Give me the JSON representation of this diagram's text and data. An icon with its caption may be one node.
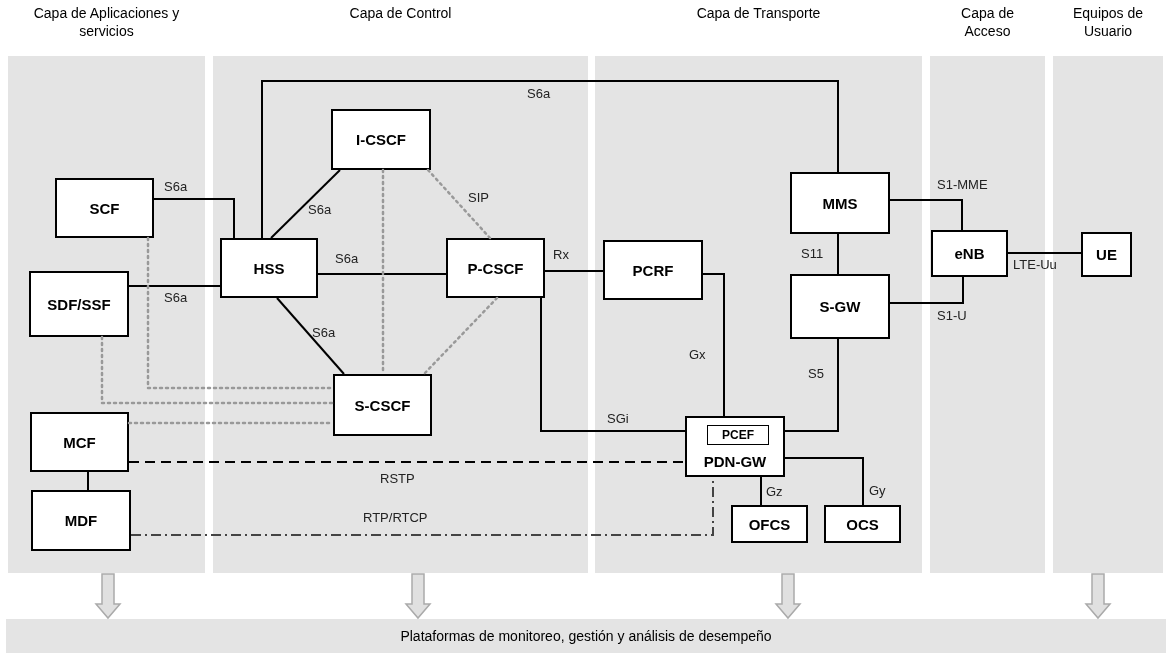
{
  "diagram": {
    "nodes": [
      {
        "text": [
          "Capa de Aplicaciones y servicios"
        ]
      },
      {
        "text": [
          "Capa de Control"
        ]
      },
      {
        "text": [
          "Capa de Transporte"
        ]
      },
      {
        "text": [
          "Capa de Acceso"
        ]
      },
      {
        "text": [
          "Equipos de Usuario"
        ]
      },
      {
        "text": [
          "SCF"
        ],
        "in": 0
      },
      {
        "text": [
          "SDF/SSF"
        ],
        "in": 0
      },
      {
        "text": [
          "MCF"
        ],
        "in": 0
      },
      {
        "text": [
          "MDF"
        ],
        "in": 0
      },
      {
        "text": [
          "I-CSCF"
        ],
        "in": 1
      },
      {
        "text": [
          "HSS"
        ],
        "in": 1
      },
      {
        "text": [
          "P-CSCF"
        ],
        "in": 1
      },
      {
        "text": [
          "S-CSCF"
        ],
        "in": 1
      },
      {
        "text": [
          "PCRF"
        ],
        "in": 2
      },
      {
        "text": [
          "MMS"
        ],
        "in": 2
      },
      {
        "text": [
          "S-GW"
        ],
        "in": 2
      },
      {
        "text": [
          "PDN-GW"
        ],
        "in": 2
      },
      {
        "text": [
          "PCEF"
        ],
        "in": 16
      },
      {
        "text": [
          "OFCS"
        ],
        "in": 2
      },
      {
        "text": [
          "OCS"
        ],
        "in": 2
      },
      {
        "text": [
          "eNB"
        ],
        "in": 3
      },
      {
        "text": [
          "UE"
        ],
        "in": 4
      },
      {
        "text": [
          "Plataformas de monitoreo, gestión y análisis de desempeño"
        ]
      }
    ],
    "edges": [
      {
        "from": 10,
        "to": 14,
        "arrow": "none",
        "label": "S6a"
      },
      {
        "from": 5,
        "to": 10,
        "arrow": "none",
        "label": "S6a"
      },
      {
        "from": 6,
        "to": 10,
        "arrow": "none",
        "label": "S6a"
      },
      {
        "from": 10,
        "to": 9,
        "arrow": "none",
        "label": "S6a"
      },
      {
        "from": 10,
        "to": 11,
        "arrow": "none",
        "label": "S6a"
      },
      {
        "from": 10,
        "to": 12,
        "arrow": "none",
        "label": "S6a"
      },
      {
        "from": 9,
        "to": 11,
        "arrow": "none",
        "label": "SIP",
        "style": "dashed",
        "color": "#999999"
      },
      {
        "from": 9,
        "to": 12,
        "arrow": "none",
        "style": "dashed",
        "color": "#999999"
      },
      {
        "from": 11,
        "to": 12,
        "arrow": "none",
        "style": "dashed",
        "color": "#999999"
      },
      {
        "from": 5,
        "to": 12,
        "arrow": "none",
        "style": "dashed",
        "color": "#999999"
      },
      {
        "from": 6,
        "to": 12,
        "arrow": "none",
        "style": "dashed",
        "color": "#999999"
      },
      {
        "from": 7,
        "to": 12,
        "arrow": "none",
        "style": "dashed",
        "color": "#999999"
      },
      {
        "from": 11,
        "to": 13,
        "arrow": "none",
        "label": "Rx"
      },
      {
        "from": 11,
        "to": 16,
        "arrow": "none",
        "label": "SGi"
      },
      {
        "from": 13,
        "to": 16,
        "arrow": "none",
        "label": "Gx"
      },
      {
        "from": 14,
        "to": 15,
        "arrow": "none",
        "label": "S11"
      },
      {
        "from": 14,
        "to": 20,
        "arrow": "none",
        "label": "S1-MME"
      },
      {
        "from": 15,
        "to": 20,
        "arrow": "none",
        "label": "S1-U"
      },
      {
        "from": 20,
        "to": 21,
        "arrow": "none",
        "label": "LTE-Uu"
      },
      {
        "from": 15,
        "to": 16,
        "arrow": "none",
        "label": "S5"
      },
      {
        "from": 16,
        "to": 18,
        "arrow": "none",
        "label": "Gz"
      },
      {
        "from": 16,
        "to": 19,
        "arrow": "none",
        "label": "Gy"
      },
      {
        "from": 7,
        "to": 8,
        "arrow": "none"
      },
      {
        "from": 7,
        "to": 16,
        "arrow": "none",
        "label": "RSTP",
        "style": "dashed"
      },
      {
        "from": 8,
        "to": 16,
        "arrow": "none",
        "label": "RTP/RTCP",
        "style": "dashed",
        "color": "#444444"
      },
      {
        "from": 0,
        "to": 22,
        "arrow": "to",
        "style": "thick",
        "color": "#aaaaaa"
      },
      {
        "from": 1,
        "to": 22,
        "arrow": "to",
        "style": "thick",
        "color": "#aaaaaa"
      },
      {
        "from": 2,
        "to": 22,
        "arrow": "to",
        "style": "thick",
        "color": "#aaaaaa"
      },
      {
        "from": 4,
        "to": 22,
        "arrow": "to",
        "style": "thick",
        "color": "#aaaaaa"
      }
    ]
  }
}
